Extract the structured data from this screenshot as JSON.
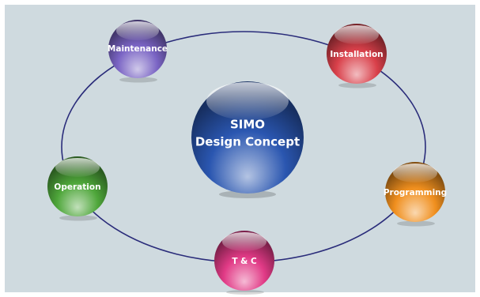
{
  "diagram": {
    "center": {
      "line1": "SIMO",
      "line2": "Design Concept",
      "color": "#2a56b0"
    },
    "nodes": [
      {
        "id": "maintenance",
        "label": "Maintenance",
        "color": "#7a64c4"
      },
      {
        "id": "installation",
        "label": "Installation",
        "color": "#d9404a"
      },
      {
        "id": "programming",
        "label": "Programming",
        "color": "#f08f1e"
      },
      {
        "id": "tc",
        "label": "T & C",
        "color": "#e13a86"
      },
      {
        "id": "operation",
        "label": "Operation",
        "color": "#4ea63a"
      }
    ],
    "colors": {
      "background": "#cfdadf",
      "ring": "#2a2c7a"
    }
  }
}
